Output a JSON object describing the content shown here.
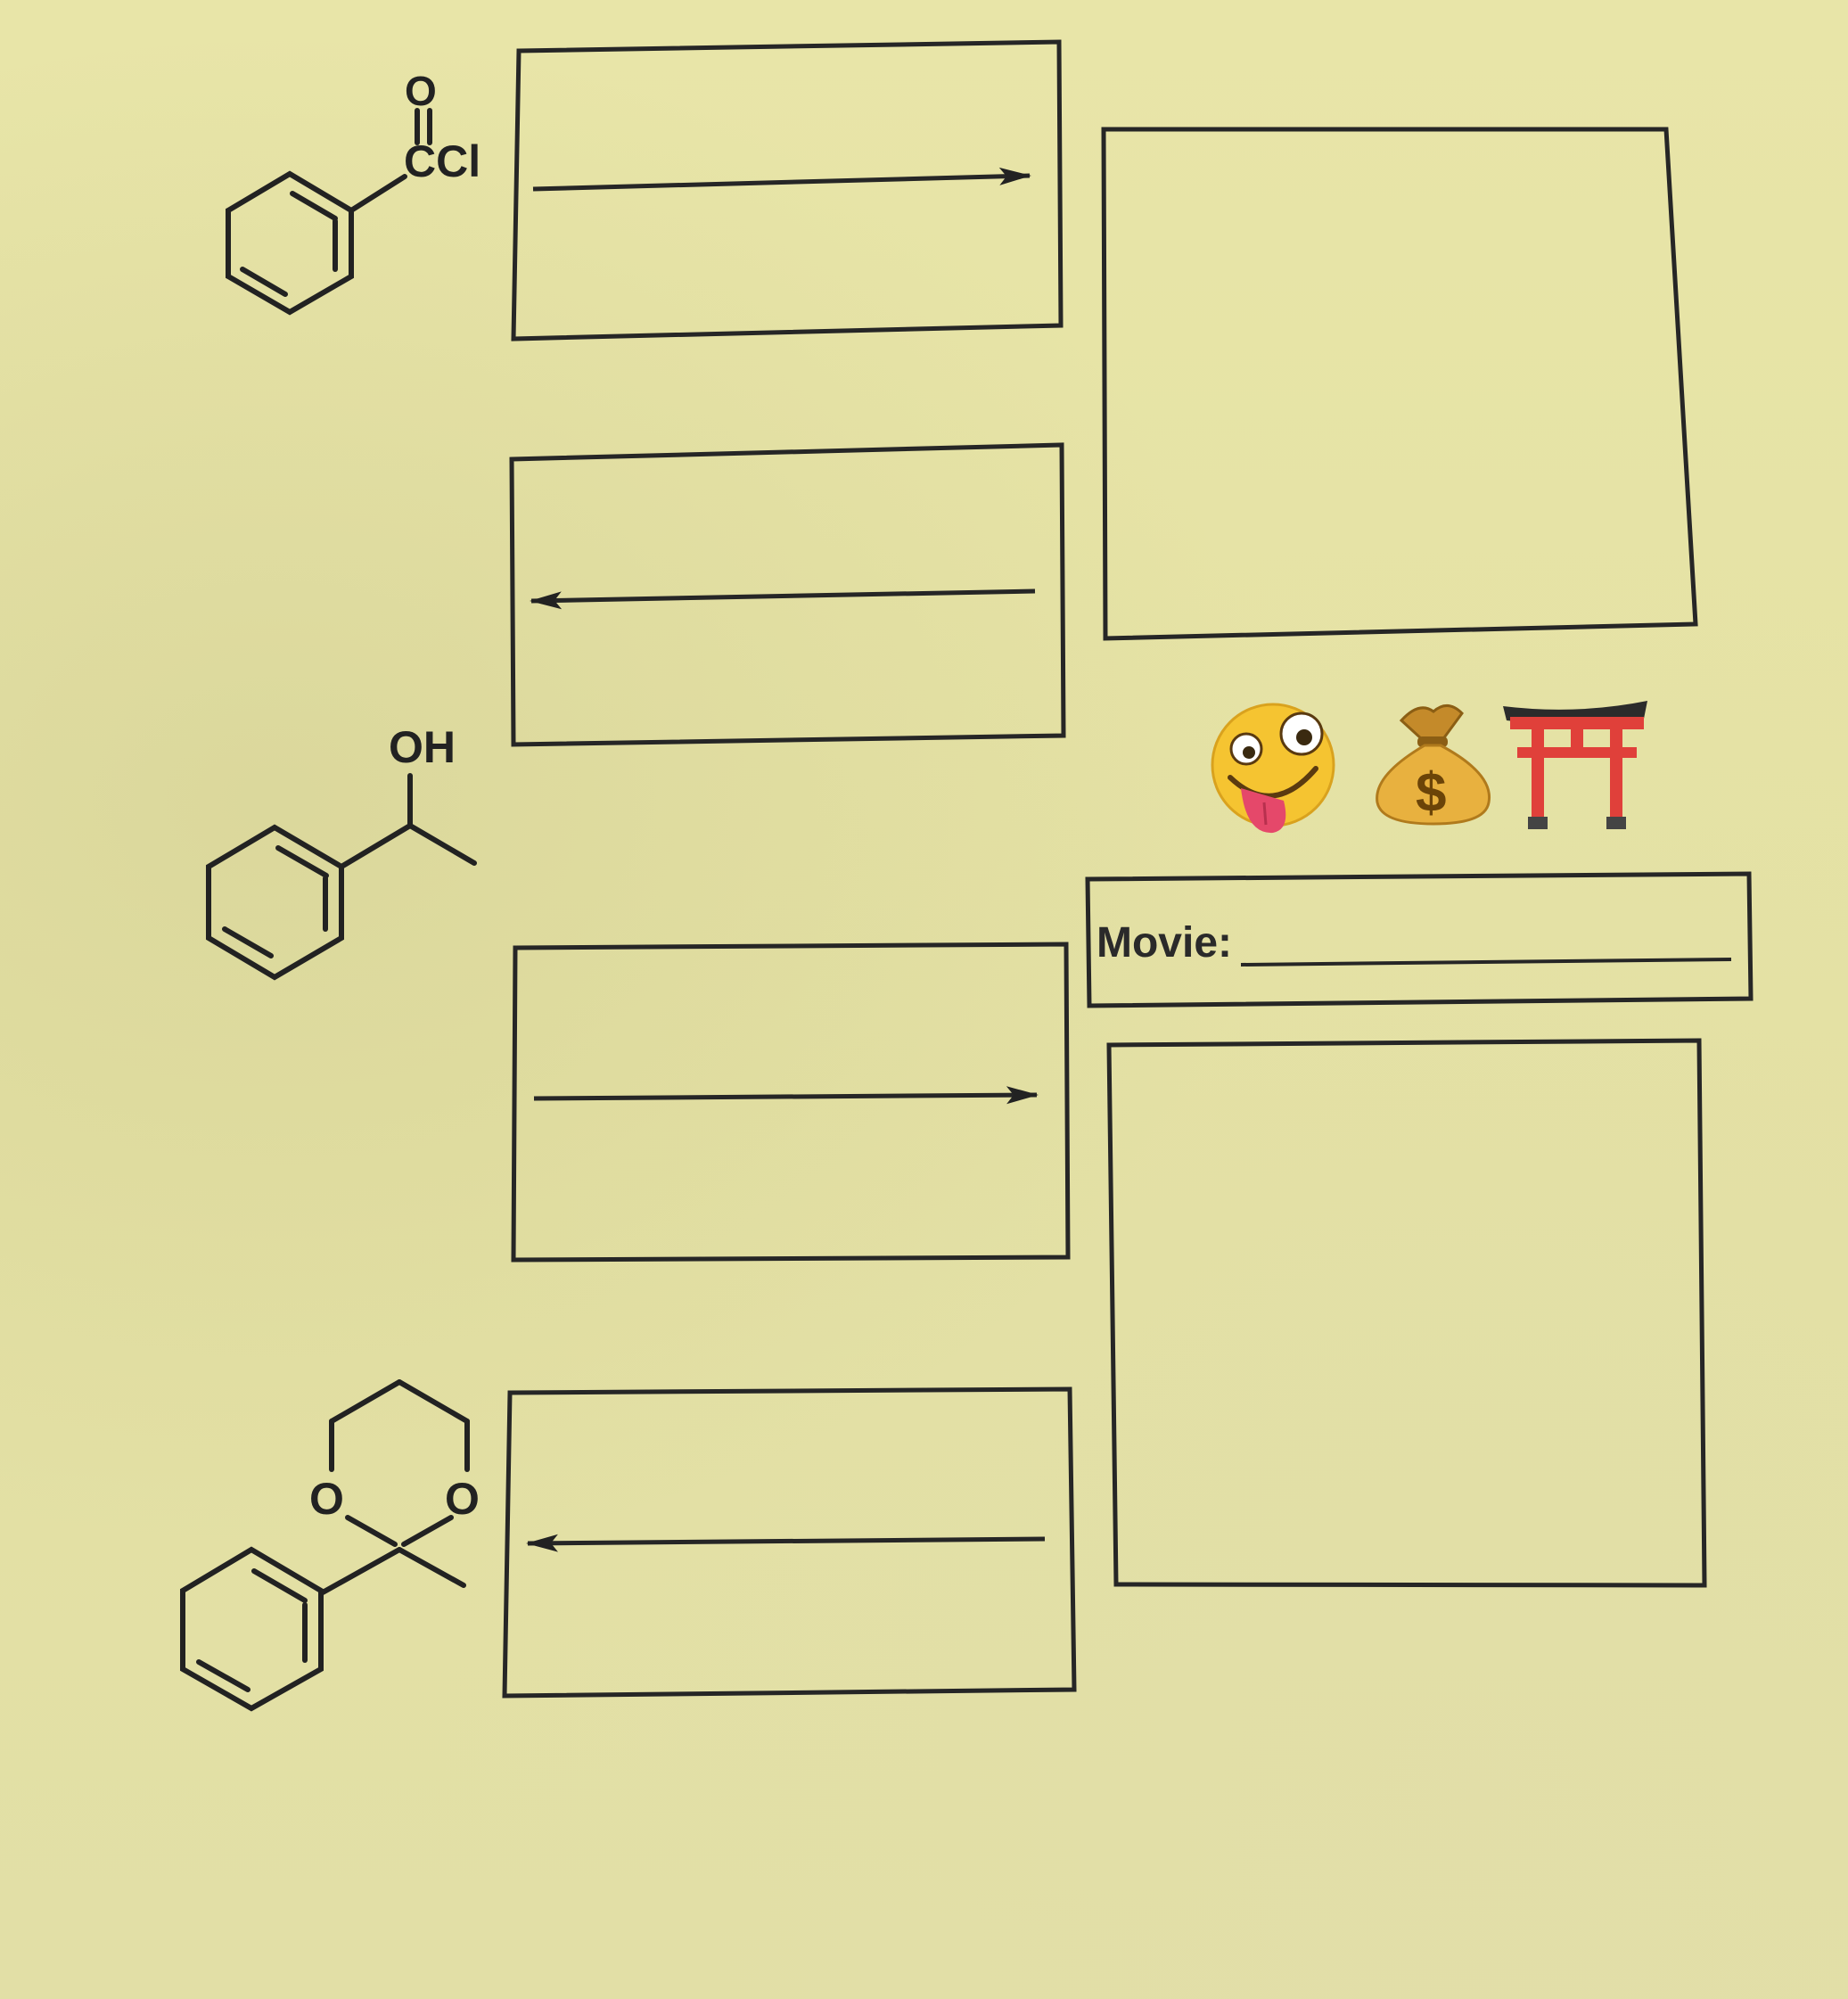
{
  "molecules": {
    "acyl_chloride": {
      "carbonyl_o": "O",
      "group": "CCl"
    },
    "alcohol": {
      "group": "OH"
    },
    "dioxane": {
      "o_left": "O",
      "o_right": "O"
    }
  },
  "reaction_boxes": [
    {
      "arrow": "right"
    },
    {
      "arrow": "left"
    },
    {
      "arrow": "right"
    },
    {
      "arrow": "left"
    }
  ],
  "answer_boxes": 2,
  "emoji_clue": [
    "zany-face",
    "money-bag",
    "shinto-shrine"
  ],
  "movie": {
    "label": "Movie:"
  },
  "colors": {
    "paper": "#e6e2a4",
    "ink": "#222222"
  }
}
